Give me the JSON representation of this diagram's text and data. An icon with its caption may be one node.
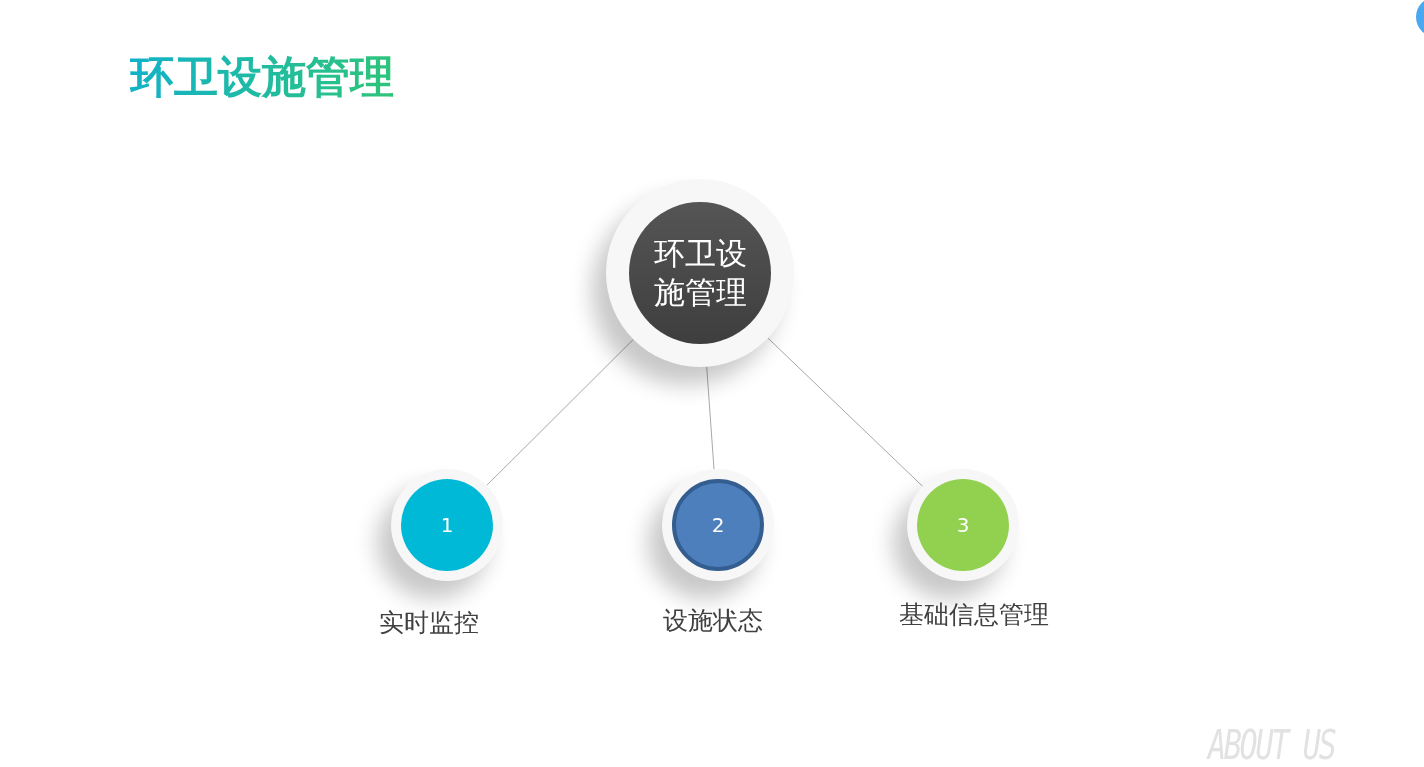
{
  "diagram": {
    "title": "环卫设施管理",
    "nodes": [
      {
        "text": [
          "环卫设施管理"
        ]
      },
      {
        "text": [
          "1"
        ],
        "beside": [
          "实时监控"
        ]
      },
      {
        "text": [
          "2"
        ],
        "beside": [
          "设施状态"
        ]
      },
      {
        "text": [
          "3"
        ],
        "beside": [
          "基础信息管理"
        ]
      }
    ],
    "edges": [
      {
        "from": 0,
        "to": 1,
        "arrow": "none"
      },
      {
        "from": 0,
        "to": 2,
        "arrow": "none"
      },
      {
        "from": 0,
        "to": 3,
        "arrow": "none"
      }
    ],
    "labels": [
      "ABOUT US"
    ]
  }
}
